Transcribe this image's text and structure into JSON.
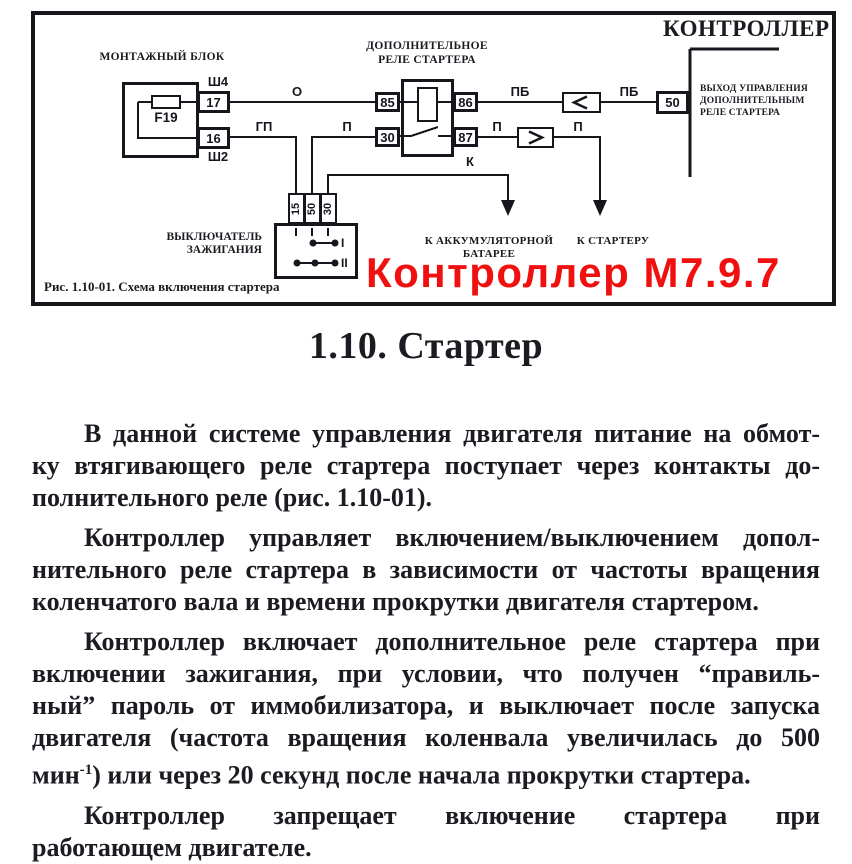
{
  "diagram": {
    "mounting_block_label": "МОНТАЖНЫЙ БЛОК",
    "fuse_label": "F19",
    "connector_sh4": "Ш4",
    "connector_sh2": "Ш2",
    "pin_17": "17",
    "pin_16": "16",
    "relay_label_line1": "ДОПОЛНИТЕЛЬНОЕ",
    "relay_label_line2": "РЕЛЕ СТАРТЕРА",
    "pin_85": "85",
    "pin_86": "86",
    "pin_30": "30",
    "pin_87": "87",
    "controller_label": "КОНТРОЛЛЕР",
    "pin_50": "50",
    "controller_output_line1": "ВЫХОД УПРАВЛЕНИЯ",
    "controller_output_line2": "ДОПОЛНИТЕЛЬНЫМ",
    "controller_output_line3": "РЕЛЕ СТАРТЕРА",
    "wire_o": "О",
    "wire_gp": "ГП",
    "wire_p_1": "П",
    "wire_p_2": "П",
    "wire_p_3": "П",
    "wire_pb_1": "ПБ",
    "wire_pb_2": "ПБ",
    "wire_k": "К",
    "ignition_terminal_15": "15",
    "ignition_terminal_50": "50",
    "ignition_terminal_30": "30",
    "ignition_switch_line1": "ВЫКЛЮЧАТЕЛЬ",
    "ignition_switch_line2": "ЗАЖИГАНИЯ",
    "switch_position_1": "I",
    "switch_position_2": "II",
    "to_battery_line1": "К АККУМУЛЯТОРНОЙ",
    "to_battery_line2": "БАТАРЕЕ",
    "to_starter": "К СТАРТЕРУ",
    "figure_caption": "Рис. 1.10-01. Схема включения стартера",
    "watermark": "Контроллер М7.9.7",
    "watermark_color": "#f01010",
    "ink_color": "#16161c"
  },
  "article": {
    "title": "1.10. Стартер",
    "p1": [
      "В данной системе управления двигателя питание на обмот-",
      "ку втягивающего реле стартера поступает через контакты до-",
      "полнительного реле (рис. 1.10-01)."
    ],
    "p2": [
      "Контроллер управляет включением/выключением допол-",
      "нительного реле стартера в зависимости от частоты вращения",
      "коленчатого вала и времени прокрутки двигателя стартером."
    ],
    "p3": [
      "Контроллер включает дополнительное реле стартера при",
      "включении зажигания, при условии, что получен “правиль-",
      "ный” пароль от иммобилизатора, и выключает после запуска",
      "двигателя (частота вращения коленвала увеличилась до 500"
    ],
    "p3_last": {
      "pre": "мин",
      "sup": "-1",
      "post": ") или через 20 секунд после начала прокрутки стартера."
    },
    "p4": [
      "Контроллер запрещает включение стартера при",
      "работающем двигателе."
    ]
  }
}
